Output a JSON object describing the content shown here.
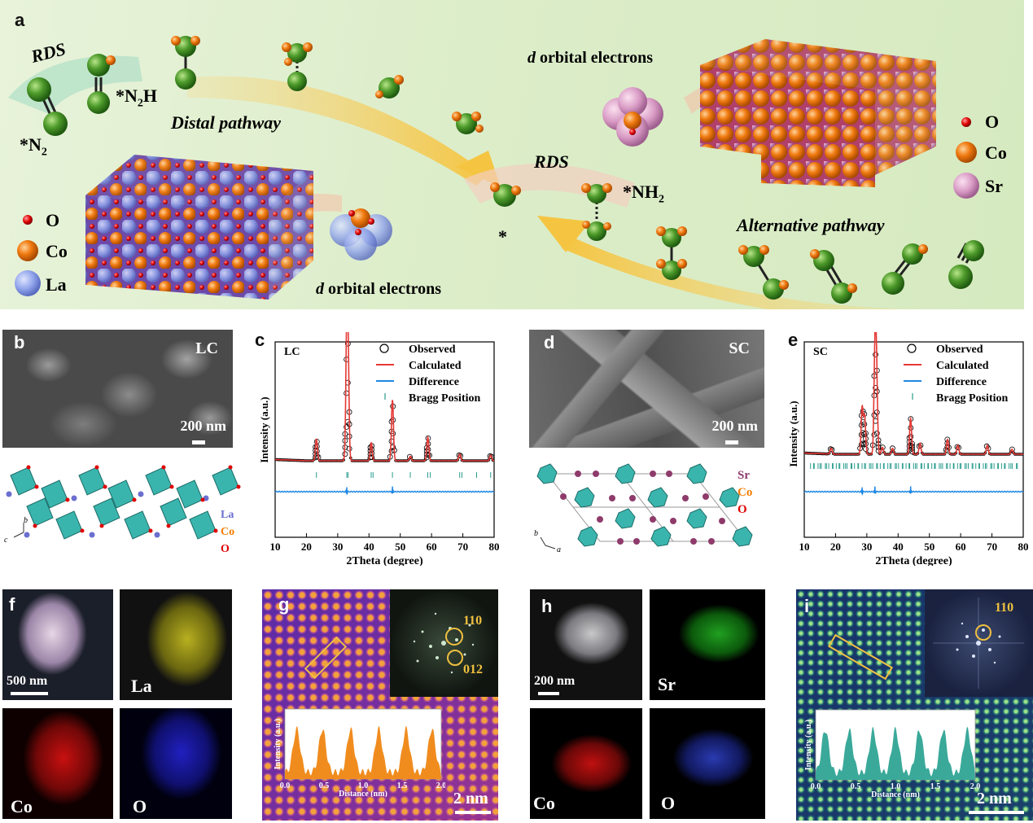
{
  "colors": {
    "panel_a_bg": "#dcedc9",
    "observed": "#000000",
    "calculated": "#e53935",
    "difference": "#1e88e5",
    "bragg": "#2a9d8f",
    "la": "#5c6bc0",
    "co": "#f57c00",
    "o": "#e00000",
    "sr": "#8e3b6b",
    "circle_highlight": "#f0c040"
  },
  "panel_a": {
    "label": "a",
    "rds_left": "RDS",
    "rds_center": "RDS",
    "n2": "*N",
    "n2_sub": "2",
    "n2h": "*N",
    "n2h_sub": "2",
    "n2h_tail": "H",
    "nh2": "*NH",
    "nh2_sub": "2",
    "star": "*",
    "distal": "Distal pathway",
    "alternative": "Alternative pathway",
    "d_orbital_left": "d orbital electrons",
    "d_orbital_right": "d orbital electrons",
    "d_letter": "d",
    "d_rest": " orbital electrons",
    "legend_left": [
      "O",
      "Co",
      "La"
    ],
    "legend_right": [
      "O",
      "Co",
      "Sr"
    ]
  },
  "panel_b": {
    "label": "b",
    "sample": "LC",
    "scale": "200 nm",
    "legend": [
      "La",
      "Co",
      "O"
    ],
    "axis_b": "b",
    "axis_c": "c"
  },
  "panel_d": {
    "label": "d",
    "sample": "SC",
    "scale": "200 nm",
    "legend": [
      "Sr",
      "Co",
      "O"
    ],
    "axis_b": "b",
    "axis_a": "a"
  },
  "panel_f": {
    "label": "f",
    "scale": "500 nm",
    "maps": [
      "La",
      "Co",
      "O"
    ]
  },
  "panel_g": {
    "label": "g",
    "fft_labels": [
      "110",
      "012"
    ],
    "scale": "2 nm"
  },
  "panel_h": {
    "label": "h",
    "scale": "200 nm",
    "maps": [
      "Sr",
      "Co",
      "O"
    ]
  },
  "panel_i": {
    "label": "i",
    "fft_labels": [
      "110"
    ],
    "scale": "2 nm"
  },
  "chart_data": [
    {
      "id": "c",
      "type": "line",
      "panel_label": "c",
      "sample": "LC",
      "xlabel": "2Theta (degree)",
      "ylabel": "Intensity (a.u.)",
      "xlim": [
        10,
        80
      ],
      "xticks": [
        10,
        20,
        30,
        40,
        50,
        60,
        70,
        80
      ],
      "legend": [
        "Observed",
        "Calculated",
        "Difference",
        "Bragg Position"
      ],
      "legend_position": "top-right",
      "peaks": [
        {
          "x": 23.2,
          "h": 0.19
        },
        {
          "x": 32.9,
          "h": 1.0
        },
        {
          "x": 33.3,
          "h": 0.85
        },
        {
          "x": 40.7,
          "h": 0.16
        },
        {
          "x": 47.5,
          "h": 0.54
        },
        {
          "x": 53.2,
          "h": 0.04
        },
        {
          "x": 58.8,
          "h": 0.21
        },
        {
          "x": 69.0,
          "h": 0.06
        },
        {
          "x": 78.9,
          "h": 0.05
        }
      ],
      "bragg": [
        23.2,
        32.9,
        33.3,
        40.7,
        41.3,
        47.5,
        53.2,
        58.8,
        59.6,
        69.0,
        69.7,
        74.4,
        78.9
      ],
      "difference_spikes": [
        32.9,
        47.5
      ],
      "grid": false
    },
    {
      "id": "e",
      "type": "line",
      "panel_label": "e",
      "sample": "SC",
      "xlabel": "2Theta (degree)",
      "ylabel": "Intensity (a.u.)",
      "xlim": [
        10,
        80
      ],
      "xticks": [
        10,
        20,
        30,
        40,
        50,
        60,
        70,
        80
      ],
      "legend": [
        "Observed",
        "Calculated",
        "Difference",
        "Bragg Position"
      ],
      "legend_position": "top-right",
      "peaks": [
        {
          "x": 18.6,
          "h": 0.06
        },
        {
          "x": 28.5,
          "h": 0.47
        },
        {
          "x": 29.3,
          "h": 0.38
        },
        {
          "x": 32.6,
          "h": 1.0
        },
        {
          "x": 33.1,
          "h": 0.8
        },
        {
          "x": 35.0,
          "h": 0.07
        },
        {
          "x": 38.2,
          "h": 0.06
        },
        {
          "x": 44.0,
          "h": 0.36
        },
        {
          "x": 47.0,
          "h": 0.11
        },
        {
          "x": 55.8,
          "h": 0.15
        },
        {
          "x": 59.1,
          "h": 0.09
        },
        {
          "x": 68.5,
          "h": 0.09
        },
        {
          "x": 76.4,
          "h": 0.05
        }
      ],
      "bragg_count": 90,
      "difference_spikes": [
        28.5,
        32.6,
        44.0
      ],
      "grid": false
    },
    {
      "id": "g_profile",
      "type": "area",
      "xlabel": "Distance (nm)",
      "ylabel": "Intensity (a.u.)",
      "xlim": [
        0.0,
        2.0
      ],
      "xticks": [
        0.0,
        0.5,
        1.0,
        1.5,
        2.0
      ],
      "peaks_x": [
        0.15,
        0.48,
        0.84,
        1.2,
        1.55,
        1.88
      ],
      "color": "#f08c1e"
    },
    {
      "id": "i_profile",
      "type": "area",
      "xlabel": "Distance (nm)",
      "ylabel": "Intensity (a.u.)",
      "xlim": [
        0.0,
        2.0
      ],
      "xticks": [
        0.0,
        0.5,
        1.0,
        1.5,
        2.0
      ],
      "peaks_x": [
        0.12,
        0.42,
        0.72,
        1.0,
        1.3,
        1.6,
        1.9
      ],
      "color": "#3aa99a"
    }
  ]
}
